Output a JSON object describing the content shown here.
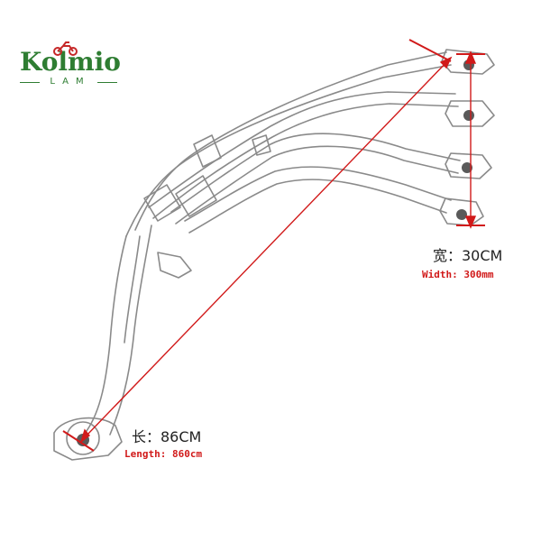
{
  "logo": {
    "wordmark": "Kolmio",
    "subtitle": "LAM",
    "accent_color": "#2e7d32",
    "bike_color": "#c62828"
  },
  "measurements": {
    "width": {
      "primary": "宽：30CM",
      "secondary": "Width: 300mm"
    },
    "length": {
      "primary": "长：86CM",
      "secondary": "Length: 860cm"
    }
  },
  "colors": {
    "measure_line": "#d11a1a",
    "pipe_outline": "#6f6f6f",
    "label_text": "#222222"
  },
  "icons": [
    "motorcycle-icon",
    "exhaust-header-pipe-image"
  ]
}
